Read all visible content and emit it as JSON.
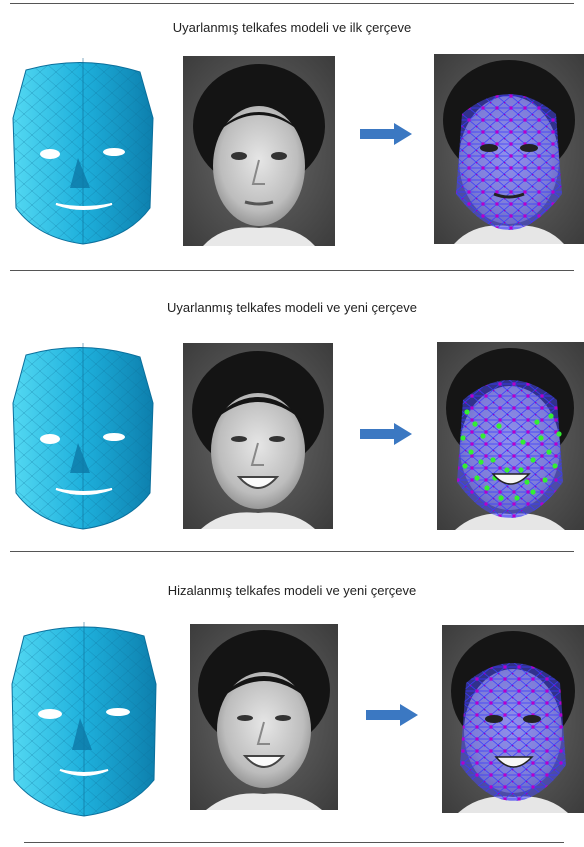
{
  "sections": [
    {
      "title": "Uyarlanmış telkafes modeli ve ilk çerçeve",
      "expression": "neutral",
      "overlay": "wireframe"
    },
    {
      "title": "Uyarlanmış telkafes modeli ve yeni çerçeve",
      "expression": "smile",
      "overlay": "wireframe-with-green-points"
    },
    {
      "title": "Hizalanmış telkafes modeli ve yeni çerçeve",
      "expression": "smile",
      "overlay": "wireframe"
    }
  ],
  "colors": {
    "mask_light": "#4fd6f0",
    "mask_mid": "#1aa8d2",
    "mask_dark": "#0b6f9a",
    "arrow": "#3b78c2",
    "wire": "#3a3aff",
    "node": "#b300cc",
    "green": "#33ee33"
  },
  "icons": {
    "arrow": "arrow-right-icon",
    "mask": "3d-face-mask-icon"
  }
}
